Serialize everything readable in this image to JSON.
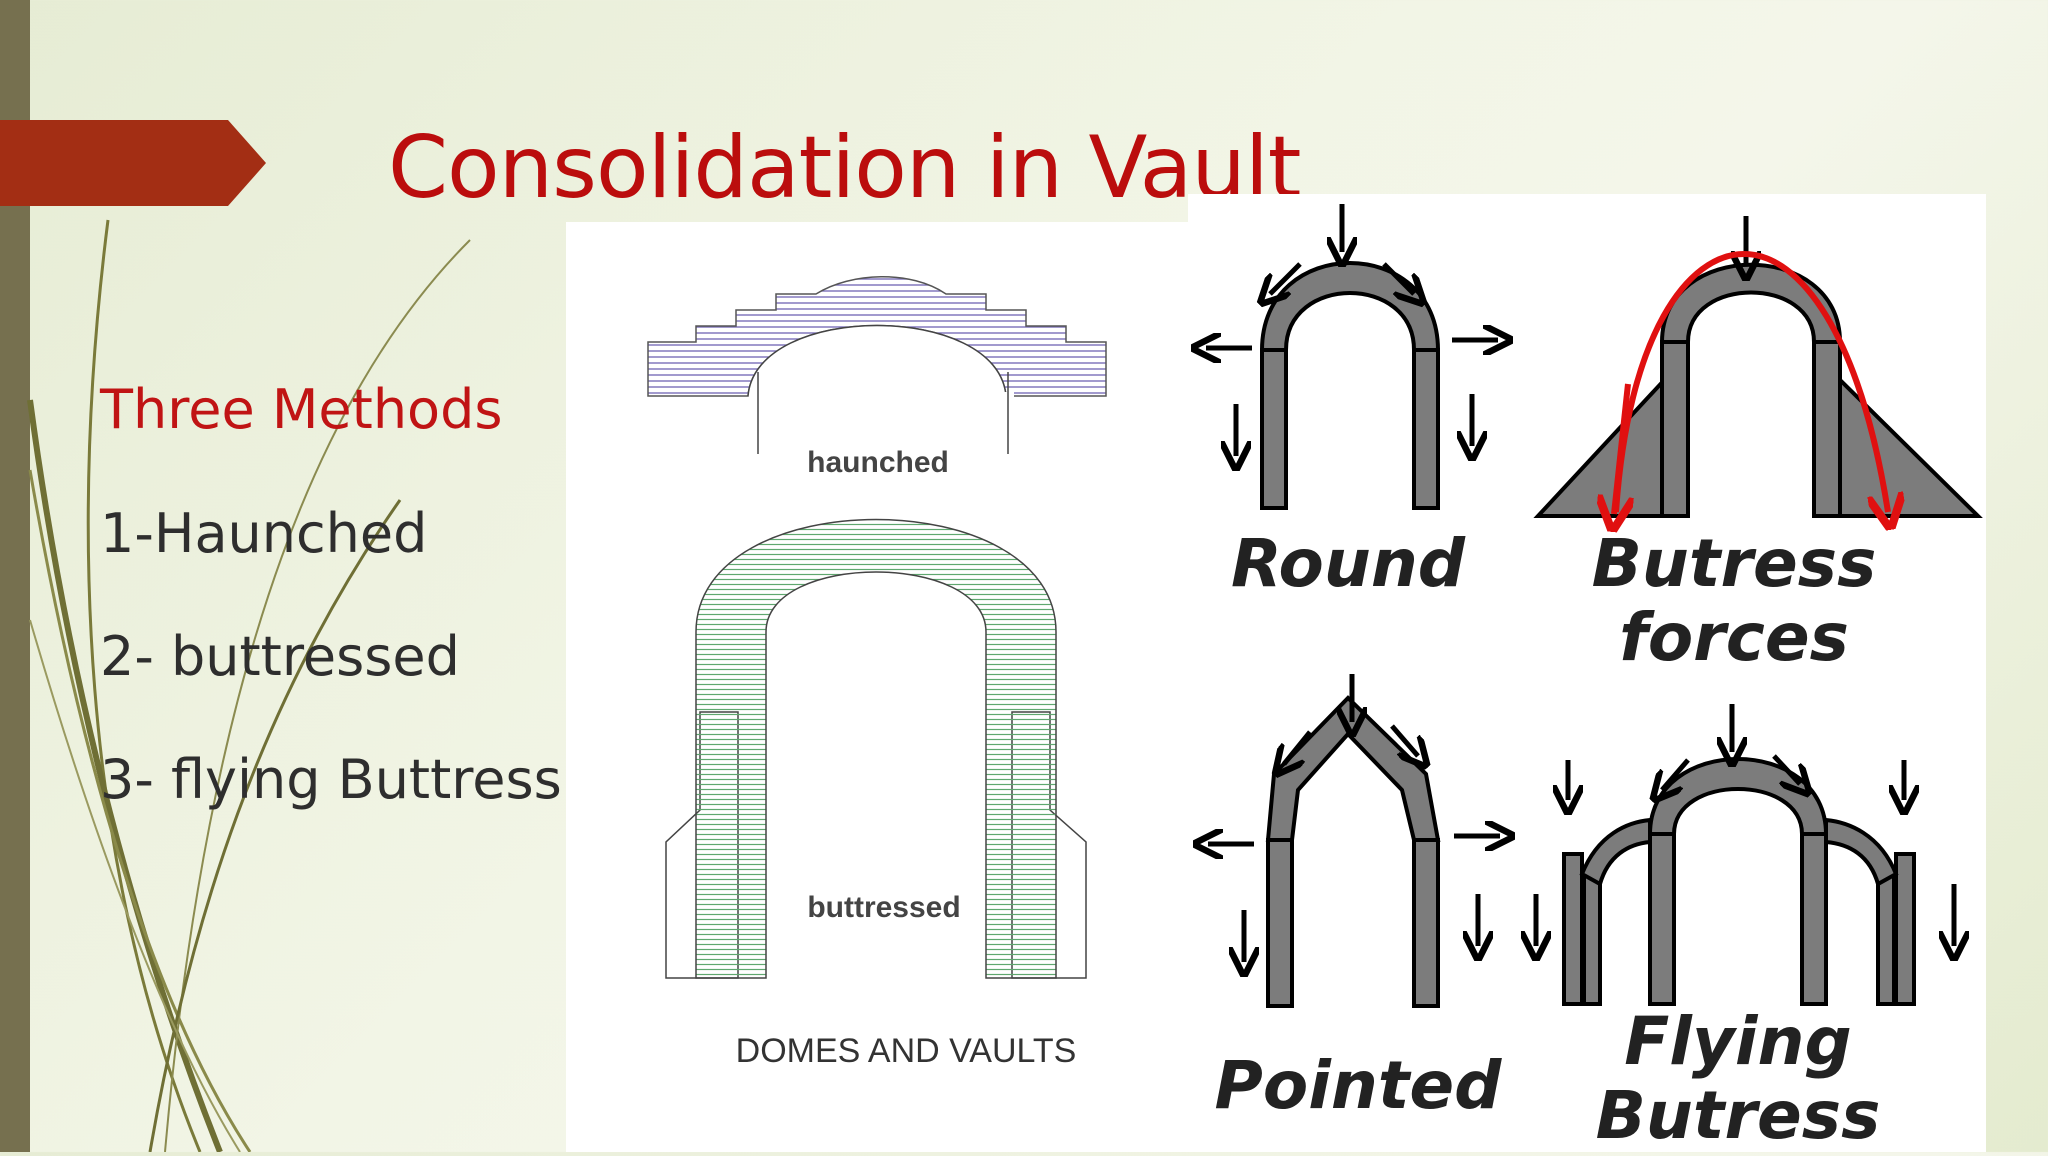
{
  "slide": {
    "title": "Consolidation in Vault",
    "subtitle": "Three Methods",
    "items": [
      "1-Haunched",
      "2- buttressed",
      "3- flying Buttress"
    ]
  },
  "figure_left": {
    "label_haunched": "haunched",
    "label_buttressed": "buttressed",
    "caption": "DOMES AND VAULTS"
  },
  "figure_right": {
    "label_round": "Round",
    "label_butress_1": "Butress",
    "label_butress_2": "forces",
    "label_pointed": "Pointed",
    "label_flying_1": "Flying",
    "label_flying_2": "Butress"
  },
  "colors": {
    "accent_red": "#bb0d0d",
    "arrow_red": "#a32e14",
    "sidebar": "#76704f",
    "haunch_hatch": "#7a6fb8",
    "buttress_hatch": "#5fa86f"
  }
}
